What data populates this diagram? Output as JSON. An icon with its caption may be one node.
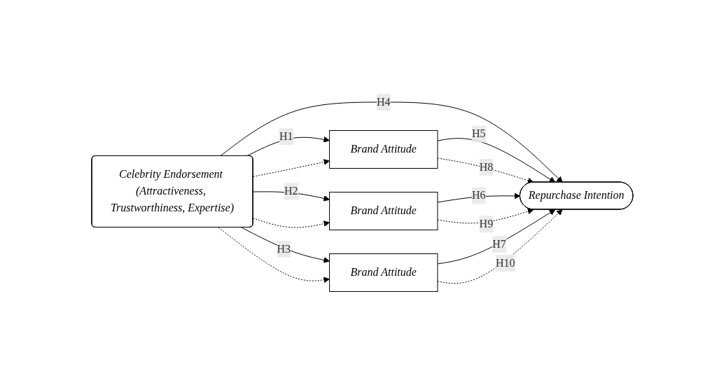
{
  "diagram": {
    "nodes": [
      {
        "text": [
          "Celebrity Endorsement (Attractiveness, Trustworthiness, Expertise)"
        ]
      },
      {
        "text": [
          "Repurchase Intention"
        ]
      },
      {
        "text": [
          "Brand Attitude"
        ]
      },
      {
        "text": [
          "Brand Attitude"
        ]
      },
      {
        "text": [
          "Brand Attitude"
        ]
      }
    ],
    "edges": [
      {
        "from": 0,
        "to": 1,
        "arrow": "to",
        "label": "H4"
      },
      {
        "from": 0,
        "to": 2,
        "arrow": "to",
        "label": "H1"
      },
      {
        "from": 0,
        "to": 2,
        "arrow": "to",
        "style": "dashed"
      },
      {
        "from": 0,
        "to": 3,
        "arrow": "to",
        "label": "H2"
      },
      {
        "from": 0,
        "to": 3,
        "arrow": "to",
        "style": "dashed"
      },
      {
        "from": 0,
        "to": 4,
        "arrow": "to",
        "label": "H3"
      },
      {
        "from": 0,
        "to": 4,
        "arrow": "to",
        "style": "dashed"
      },
      {
        "from": 2,
        "to": 1,
        "arrow": "to",
        "label": "H5"
      },
      {
        "from": 2,
        "to": 1,
        "arrow": "to",
        "style": "dashed",
        "label": "H8"
      },
      {
        "from": 3,
        "to": 1,
        "arrow": "to",
        "label": "H6"
      },
      {
        "from": 3,
        "to": 1,
        "arrow": "to",
        "style": "dashed",
        "label": "H9"
      },
      {
        "from": 4,
        "to": 1,
        "arrow": "to",
        "label": "H7"
      },
      {
        "from": 4,
        "to": 1,
        "arrow": "to",
        "style": "dashed",
        "label": "H10"
      }
    ]
  }
}
